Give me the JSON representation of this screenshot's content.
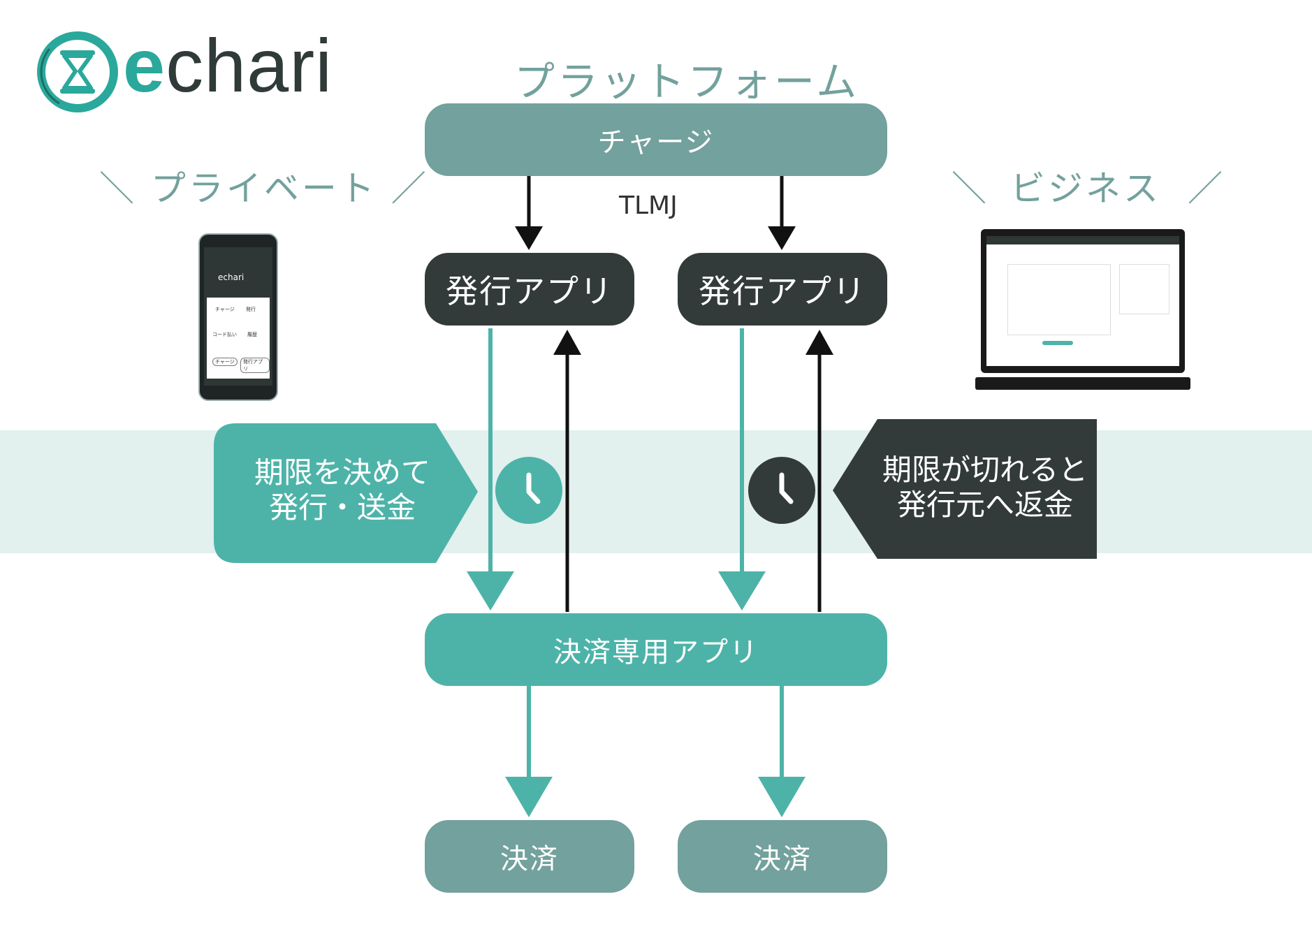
{
  "logo": {
    "text_e": "e",
    "text_rest": "chari"
  },
  "header": {
    "platform": "プラットフォーム"
  },
  "labels": {
    "private": "＼ プライベート ／",
    "business_left": "＼",
    "business": "ビジネス",
    "business_right": "／",
    "tlmj": "TLMJ"
  },
  "nodes": {
    "charge": "チャージ",
    "issue_left": "発行アプリ",
    "issue_right": "発行アプリ",
    "payment_app": "決済専用アプリ",
    "settle_left": "決済",
    "settle_right": "決済"
  },
  "callouts": {
    "left_line1": "期限を決めて",
    "left_line2": "発行・送金",
    "right_line1": "期限が切れると",
    "right_line2": "発行元へ返金"
  },
  "phone": {
    "logo": "echari",
    "btn1": "チャージ",
    "btn2": "発行",
    "btn3": "コード払い",
    "btn4": "履歴",
    "pill1": "チャージ",
    "pill2": "発行アプリ"
  },
  "colors": {
    "gray": "#73a19d",
    "teal": "#4db3a8",
    "dark": "#333b3a",
    "band": "#e2f0ee"
  }
}
